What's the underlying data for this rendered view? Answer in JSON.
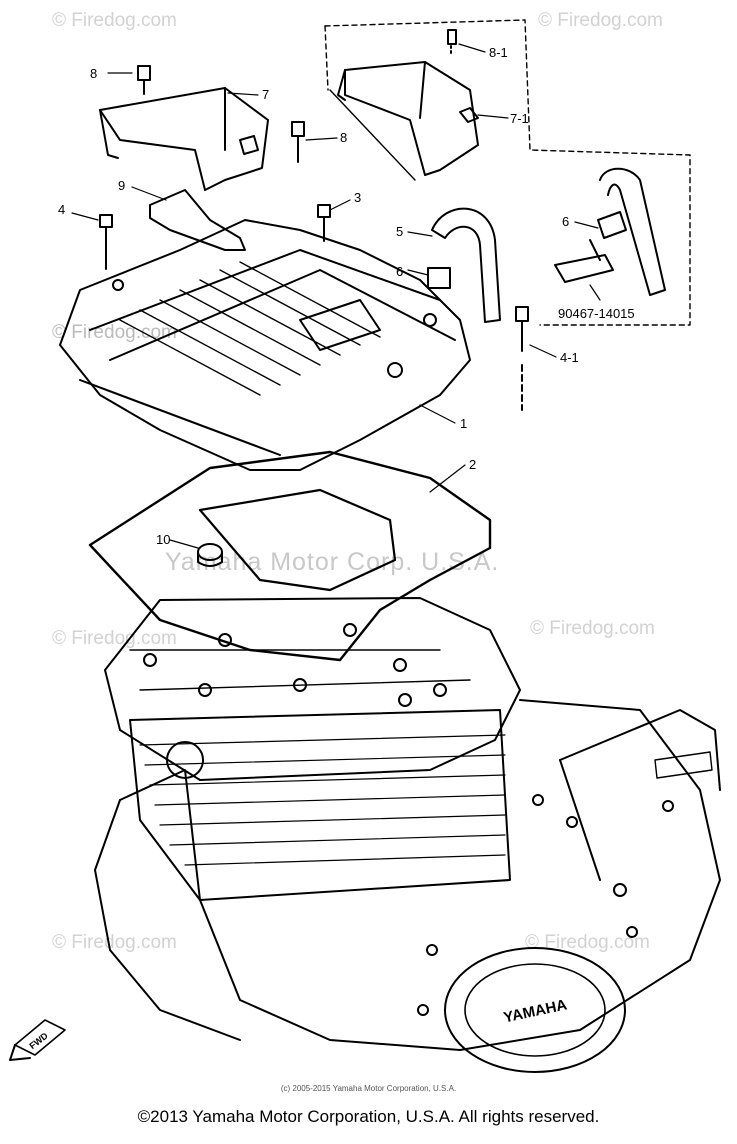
{
  "watermarks": [
    "© Firedog.com",
    "© Firedog.com",
    "© Firedog.com",
    "© Firedog.com",
    "© Firedog.com",
    "© Firedog.com",
    "© Firedog.com"
  ],
  "mid_watermark": "Yamaha Motor Corp. U.S.A.",
  "callouts": {
    "c8_1": "8-1",
    "c8_left": "8",
    "c7": "7",
    "c7_1": "7-1",
    "c8_mid": "8",
    "c9": "9",
    "c3": "3",
    "c4": "4",
    "c5": "5",
    "c6_inset": "6",
    "c6": "6",
    "part_number": "90467-14015",
    "c4_1": "4-1",
    "c1": "1",
    "c2": "2",
    "c10": "10"
  },
  "engine_badge": "YAMAHA",
  "fwd_label": "FWD",
  "small_copyright": "(c) 2005-2015 Yamaha Motor Corporation, U.S.A.",
  "footer": "©2013 Yamaha Motor Corporation, U.S.A. All rights reserved."
}
